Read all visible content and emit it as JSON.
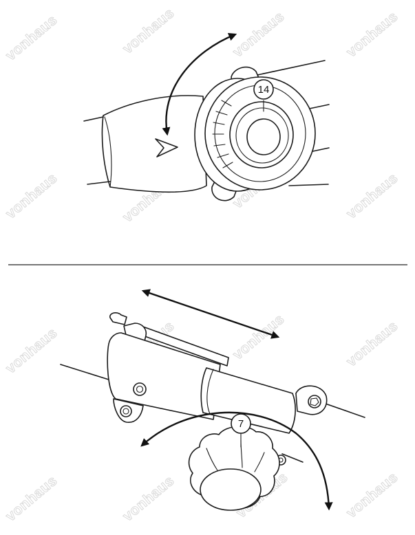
{
  "watermark": {
    "text": "vonhaus"
  },
  "top_figure": {
    "callout": {
      "number": "14"
    },
    "rotation_arrow": {
      "direction": "bidirectional-curved"
    }
  },
  "bottom_figure": {
    "callout": {
      "number": "7"
    },
    "slide_arrow": {
      "direction": "bidirectional-linear"
    },
    "rotation_arrow": {
      "direction": "bidirectional-curved"
    }
  },
  "colors": {
    "line": "#1a1a1a",
    "watermark": "#d9d9d9",
    "background": "#ffffff"
  }
}
